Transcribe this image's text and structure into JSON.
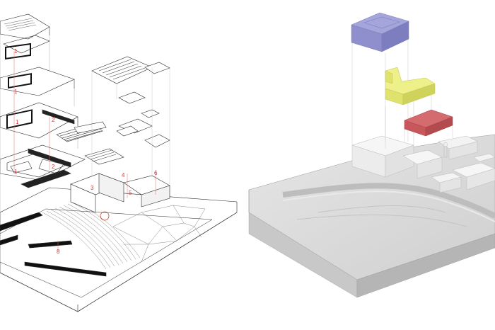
{
  "left_diagram": {
    "level_labels": [
      {
        "id": "l1",
        "text": "1"
      },
      {
        "id": "l2",
        "text": "1"
      },
      {
        "id": "l3",
        "text": "1"
      },
      {
        "id": "l4",
        "text": "2"
      },
      {
        "id": "l5",
        "text": "1"
      },
      {
        "id": "l6",
        "text": "2"
      },
      {
        "id": "l7",
        "text": "3"
      },
      {
        "id": "l8",
        "text": "4"
      },
      {
        "id": "l9",
        "text": "5"
      },
      {
        "id": "l10",
        "text": "6"
      },
      {
        "id": "l11",
        "text": "8"
      }
    ],
    "leader_color": "#e36b6b",
    "line_color": "#2b2b2b"
  },
  "right_diagram": {
    "volumes": [
      {
        "id": "top-volume",
        "color": "#8e8fcc"
      },
      {
        "id": "middle-volume",
        "color": "#dfe36d"
      },
      {
        "id": "bottom-volume",
        "color": "#c7575b"
      }
    ],
    "terrain_color": "#d6d6d6"
  }
}
